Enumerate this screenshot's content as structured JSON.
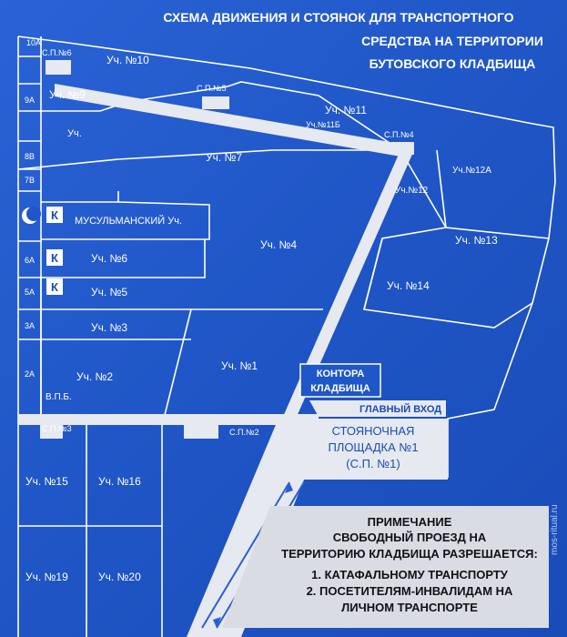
{
  "title": [
    "СХЕМА ДВИЖЕНИЯ И СТОЯНОК ДЛЯ ТРАНСПОРТНОГО",
    "СРЕДСТВА НА ТЕРРИТОРИИ",
    "БУТОВСКОГО КЛАДБИЩА"
  ],
  "row_labels": {
    "r10a": "10А",
    "r9a": "9А",
    "r8b": "8В",
    "r7b": "7В",
    "r6a": "6А",
    "r5a": "5А",
    "r3a": "3А",
    "r2a": "2А"
  },
  "sections": {
    "s10": "Уч. №10",
    "s9": "Уч. №9",
    "s9b": "Уч.",
    "s11": "Уч. №11",
    "s11b": "Уч.№11Б",
    "s7": "Уч. №7",
    "s12a": "Уч.№12А",
    "s12": "Уч.№12",
    "muslim": "МУСУЛЬМАНСКИЙ Уч.",
    "s4": "Уч. №4",
    "s13": "Уч. №13",
    "s6": "Уч. №6",
    "s14": "Уч. №14",
    "s5": "Уч. №5",
    "s3": "Уч. №3",
    "s1": "Уч. №1",
    "s2": "Уч. №2",
    "vpb": "В.П.Б.",
    "s15": "Уч. №15",
    "s16": "Уч. №16",
    "s19": "Уч. №19",
    "s20": "Уч. №20"
  },
  "parkings": {
    "sp6": "С.П.№6",
    "sp5": "С.П.№5",
    "sp4": "С.П.№4",
    "sp3": "С.П.№3",
    "sp2": "С.П.№2"
  },
  "k_badges": [
    "К",
    "К",
    "К"
  ],
  "office": [
    "КОНТОРА",
    "КЛАДБИЩА"
  ],
  "main_entrance": "ГЛАВНЫЙ ВХОД",
  "parking_lot": [
    "СТОЯНОЧНАЯ",
    "ПЛОЩАДКА №1",
    "(С.П. №1)"
  ],
  "note": [
    "ПРИМЕЧАНИЕ",
    "СВОБОДНЫЙ ПРОЕЗД НА",
    "ТЕРРИТОРИЮ КЛАДБИЩА РАЗРЕШАЕТСЯ:",
    "1. КАТАФАЛЬНОМУ ТРАНСПОРТУ",
    "2. ПОСЕТИТЕЛЯМ-ИНВАЛИДАМ НА",
    "ЛИЧНОМ ТРАНСПОРТЕ"
  ],
  "watermark": "mos-ritual.ru",
  "colors": {
    "board_blue": "#1f56c8",
    "line_white": "#ffffff",
    "road": "#e6e9f0",
    "panel": "#d9dce3",
    "note_text": "#111111"
  }
}
